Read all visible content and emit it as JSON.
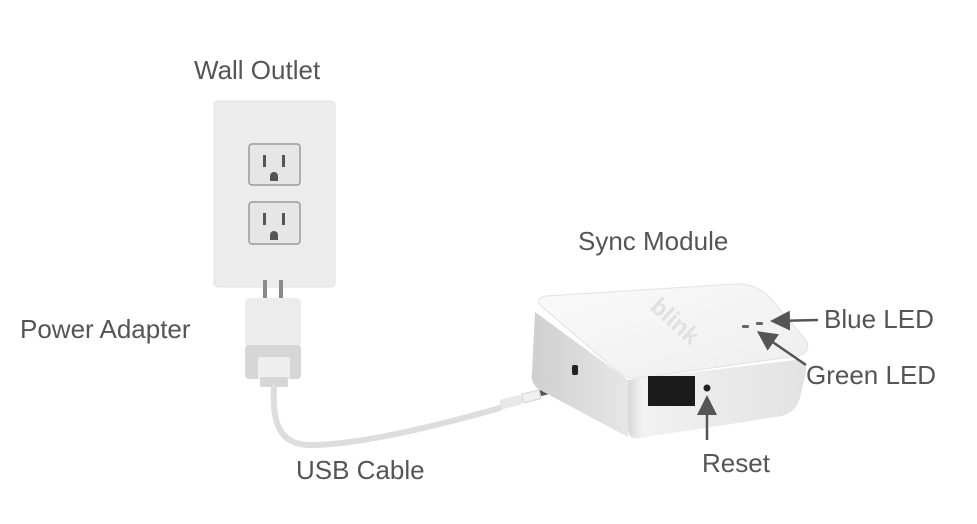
{
  "labels": {
    "wall_outlet": "Wall Outlet",
    "power_adapter": "Power Adapter",
    "usb_cable": "USB Cable",
    "sync_module": "Sync Module",
    "blue_led": "Blue LED",
    "green_led": "Green LED",
    "reset": "Reset"
  },
  "device_logo": "blink",
  "colors": {
    "text": "#555555",
    "arrow": "#555555",
    "plate": "#ececec",
    "cable": "#dddddd",
    "port": "#1a1a1a"
  }
}
